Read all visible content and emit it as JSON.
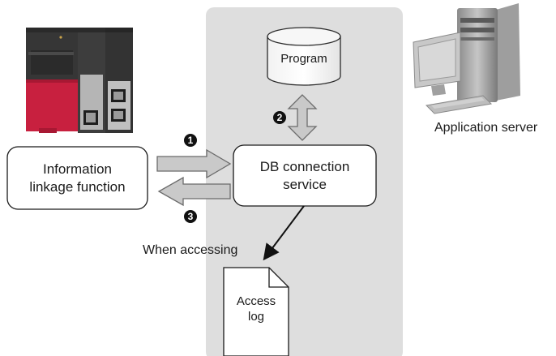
{
  "plc_module": {
    "icon": "plc-module-icon",
    "accent_color": "#c8203f",
    "body_color": "#3a3a3a"
  },
  "server": {
    "icon": "application-server-icon",
    "label": "Application server"
  },
  "nodes": {
    "info_linkage": {
      "line1": "Information",
      "line2": "linkage function"
    },
    "db_connection": {
      "line1": "DB connection",
      "line2": "service"
    },
    "program": {
      "label": "Program"
    },
    "access_log": {
      "line1": "Access",
      "line2": "log"
    }
  },
  "steps": [
    {
      "number": "1"
    },
    {
      "number": "2"
    },
    {
      "number": "3"
    }
  ],
  "annotation": {
    "when_accessing": "When accessing"
  },
  "colors": {
    "panel": "#dedede",
    "arrow_fill": "#c9c9c9",
    "arrow_stroke": "#6b6b6b",
    "badge": "#111111"
  }
}
